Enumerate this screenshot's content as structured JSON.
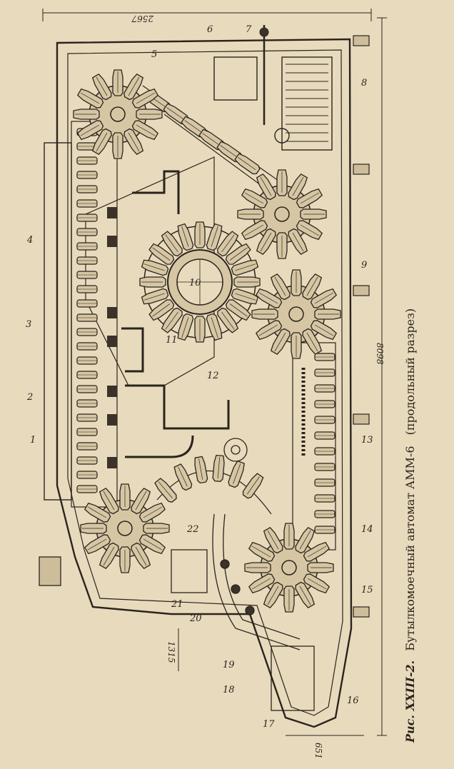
{
  "caption": {
    "prefix": "Рис. XXIII-2.",
    "title": "Бутылкомоечный автомат АММ-6",
    "subtitle": "(продольный разрез)"
  },
  "dimensions": {
    "length": "2567",
    "height": "8098",
    "left_gap": "1315",
    "bottom_gap": "651"
  },
  "callouts": [
    "1",
    "2",
    "3",
    "4",
    "5",
    "6",
    "7",
    "8",
    "9",
    "10",
    "11",
    "12",
    "13",
    "14",
    "15",
    "16",
    "17",
    "18",
    "19",
    "20",
    "21",
    "22"
  ]
}
